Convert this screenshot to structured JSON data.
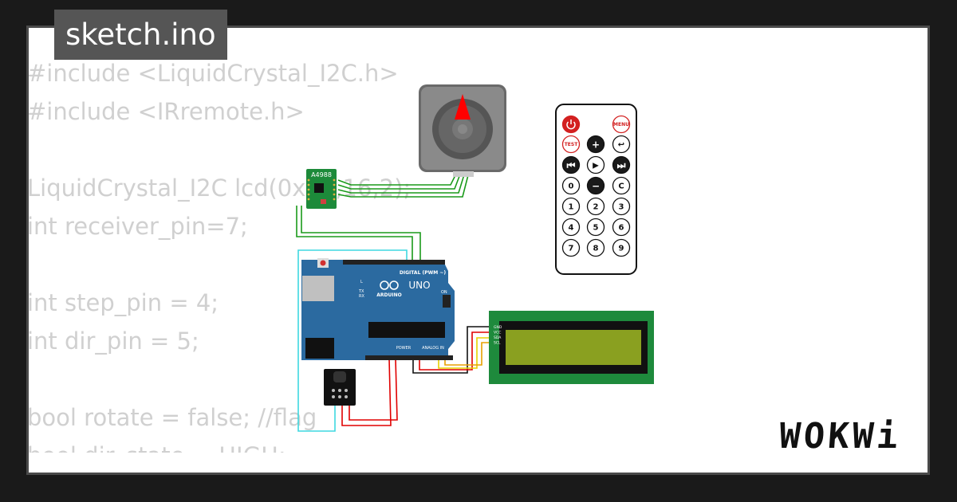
{
  "file_tab": {
    "title": "sketch.ino"
  },
  "code_lines": [
    "#include <LiquidCrystal_I2C.h>",
    "#include <IRremote.h>",
    "",
    "LiquidCrystal_I2C lcd(0x27,16,2);",
    "int receiver_pin=7;",
    "",
    "int step_pin = 4;",
    "int dir_pin = 5;",
    "",
    "bool rotate = false; //flag",
    "bool dir_state = HIGH;"
  ],
  "driver": {
    "label": "A4988"
  },
  "arduino": {
    "model": "UNO",
    "brand": "ARDUINO",
    "digital_label": "DIGITAL (PWM ~)",
    "analog_label": "ANALOG IN",
    "power_label": "POWER",
    "on_label": "ON",
    "tx_label": "TX",
    "rx_label": "RX",
    "l_label": "L"
  },
  "lcd": {
    "pins": [
      "GND",
      "VCC",
      "SDA",
      "SCL"
    ],
    "colors": {
      "bezel": "#1e8a3c",
      "screen": "#8aa020",
      "frame": "#111111"
    }
  },
  "remote": {
    "buttons": [
      {
        "label": "",
        "name": "remote-power-button",
        "kind": "power"
      },
      {
        "label": "MENU",
        "name": "remote-menu-button",
        "kind": "menu"
      },
      {
        "label": "TEST",
        "name": "remote-test-button",
        "kind": "test"
      },
      {
        "label": "+",
        "name": "remote-plus-button",
        "kind": "dark"
      },
      {
        "label": "↩",
        "name": "remote-back-button",
        "kind": "light"
      },
      {
        "label": "⏮",
        "name": "remote-prev-button",
        "kind": "dark"
      },
      {
        "label": "▶",
        "name": "remote-play-button",
        "kind": "light"
      },
      {
        "label": "⏭",
        "name": "remote-next-button",
        "kind": "dark"
      },
      {
        "label": "0",
        "name": "remote-digit-0-button",
        "kind": "light"
      },
      {
        "label": "−",
        "name": "remote-minus-button",
        "kind": "dark"
      },
      {
        "label": "C",
        "name": "remote-clear-button",
        "kind": "light"
      },
      {
        "label": "1",
        "name": "remote-digit-1-button",
        "kind": "light"
      },
      {
        "label": "2",
        "name": "remote-digit-2-button",
        "kind": "light"
      },
      {
        "label": "3",
        "name": "remote-digit-3-button",
        "kind": "light"
      },
      {
        "label": "4",
        "name": "remote-digit-4-button",
        "kind": "light"
      },
      {
        "label": "5",
        "name": "remote-digit-5-button",
        "kind": "light"
      },
      {
        "label": "6",
        "name": "remote-digit-6-button",
        "kind": "light"
      },
      {
        "label": "7",
        "name": "remote-digit-7-button",
        "kind": "light"
      },
      {
        "label": "8",
        "name": "remote-digit-8-button",
        "kind": "light"
      },
      {
        "label": "9",
        "name": "remote-digit-9-button",
        "kind": "light"
      }
    ],
    "colors": {
      "power": "#d32020",
      "dark": "#1a1a1a",
      "light": "#ffffff"
    }
  },
  "motor": {
    "colors": {
      "body": "#777777",
      "pointer": "#ff0000"
    }
  },
  "logo": {
    "text": "WOKWi"
  },
  "colors": {
    "board": "#2b6aa0",
    "wire_green": "#1a9a1a",
    "wire_cyan": "#3fd8e0",
    "wire_red": "#e00000",
    "wire_yellow": "#e8d000"
  }
}
